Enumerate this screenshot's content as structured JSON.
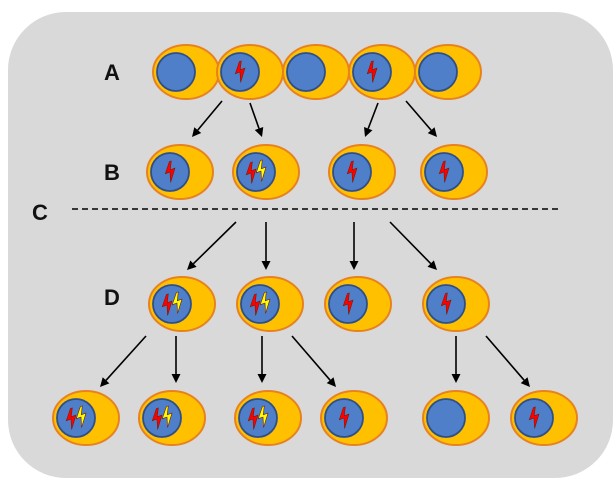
{
  "labels": {
    "a": "A",
    "b": "B",
    "c": "C",
    "d": "D"
  },
  "colors": {
    "panel": "#d9d9d9",
    "cytoplasm": "#ffc000",
    "cytoplasm_edge": "#e8821e",
    "nucleus": "#4f7fc8",
    "nucleus_edge": "#2e4f8a",
    "mutation_red": "#ff0000",
    "mutation_yellow": "#ffff00",
    "arrow": "#000000"
  },
  "rows": {
    "a": [
      "none",
      "red",
      "none",
      "red",
      "none"
    ],
    "b": [
      "red",
      "red-yellow",
      "red",
      "red"
    ],
    "d": [
      "red-yellow",
      "red-yellow",
      "red",
      "red"
    ],
    "e": [
      "red-yellow",
      "red-yellow",
      "red-yellow",
      "red",
      "none",
      "red"
    ]
  }
}
